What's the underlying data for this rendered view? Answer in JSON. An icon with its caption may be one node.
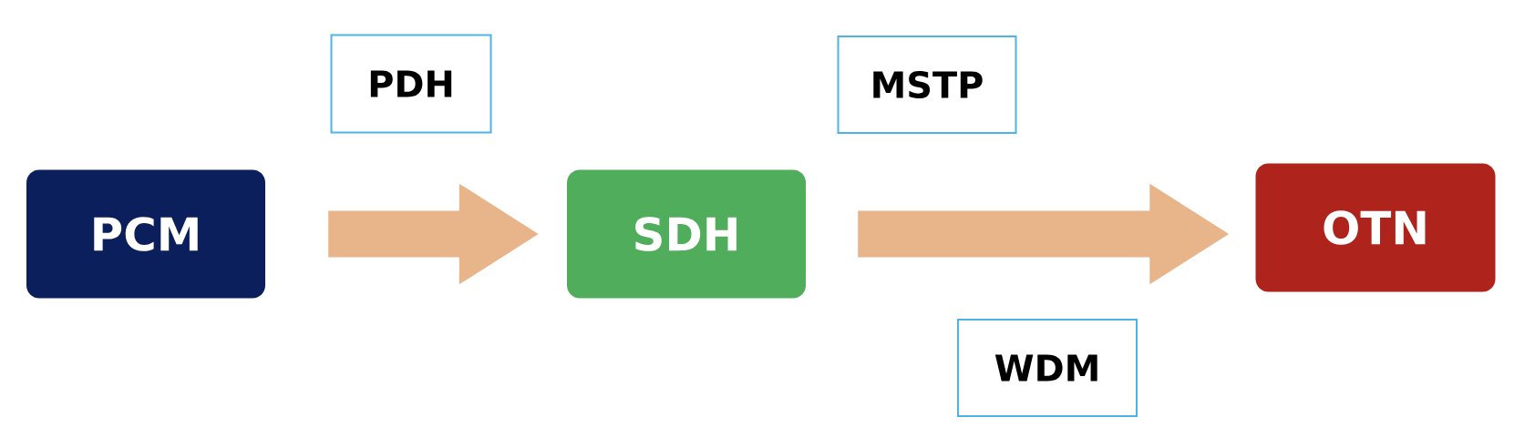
{
  "diagram": {
    "nodes": [
      {
        "text": [
          "PCM"
        ]
      },
      {
        "text": [
          "PDH"
        ]
      },
      {
        "text": [
          "SDH"
        ]
      },
      {
        "text": [
          "MSTP"
        ]
      },
      {
        "text": [
          "WDM"
        ]
      },
      {
        "text": [
          "OTN"
        ]
      }
    ],
    "edges": [
      {
        "from": 0,
        "to": 2,
        "arrow": "to"
      },
      {
        "from": 2,
        "to": 5,
        "arrow": "to"
      }
    ]
  }
}
